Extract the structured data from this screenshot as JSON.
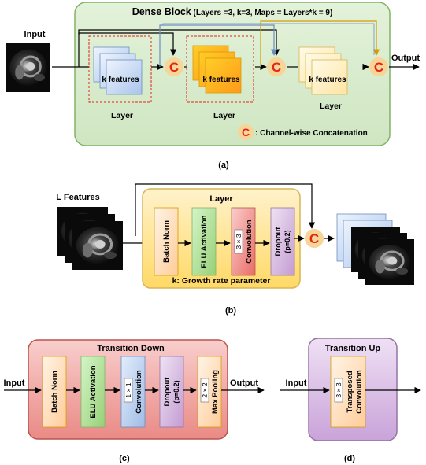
{
  "panel_a": {
    "title_bold": "Dense Block",
    "title_rest": " (Layers =3, k=3, Maps = Layers*k = 9)",
    "input_label": "Input",
    "output_label": "Output",
    "features_label": "k features",
    "layer_label": "Layer",
    "concat_symbol": "C",
    "legend_text": ": Channel-wise Concatenation",
    "caption": "(a)"
  },
  "panel_b": {
    "l_features_label": "L Features",
    "layer_title": "Layer",
    "batch_norm": "Batch Norm",
    "elu": "ELU Activation",
    "conv_kernel": "3 × 3",
    "conv": "Convolution",
    "dropout": "Dropout",
    "dropout_p": "(p=0.2)",
    "growth_note": "k: Growth rate parameter",
    "concat_symbol": "C",
    "caption": "(b)"
  },
  "panel_c": {
    "title": "Transition Down",
    "input_label": "Input",
    "output_label": "Output",
    "batch_norm": "Batch Norm",
    "elu": "ELU Activation",
    "conv_kernel": "1 × 1",
    "conv": "Convolution",
    "dropout": "Dropout",
    "dropout_p": "(p=0.2)",
    "pool_kernel": "2 × 2",
    "pool": "Max Pooling",
    "caption": "(c)"
  },
  "panel_d": {
    "title": "Transition Up",
    "input_label": "Input",
    "tconv_kernel": "3 × 3",
    "tconv_1": "Transposed",
    "tconv_2": "Convolution",
    "caption": "(d)"
  },
  "colors": {
    "dense_block_fill": "#d5e8d4",
    "dense_block_stroke": "#82b366",
    "layer_fill": "#fff2cc",
    "layer_stroke": "#d6b656",
    "transition_down_fill": "#f8cecc",
    "transition_down_stroke": "#b85450",
    "transition_up_fill": "#e1d5e7",
    "transition_up_stroke": "#9673a6",
    "blue_feature": "#dae8fc",
    "orange_feature": "#ffb570",
    "yellow_feature": "#fff2cc",
    "batch_norm_fill": "#ffe6cc",
    "elu_fill": "#d5e8d4",
    "conv_fill": "#f8cecc",
    "dropout_fill": "#e1d5e7",
    "concat_red": "#e0261b",
    "concat_ring": "#f7d596",
    "skip_blue": "#6c8ebf",
    "skip_orange": "#d79b00"
  }
}
